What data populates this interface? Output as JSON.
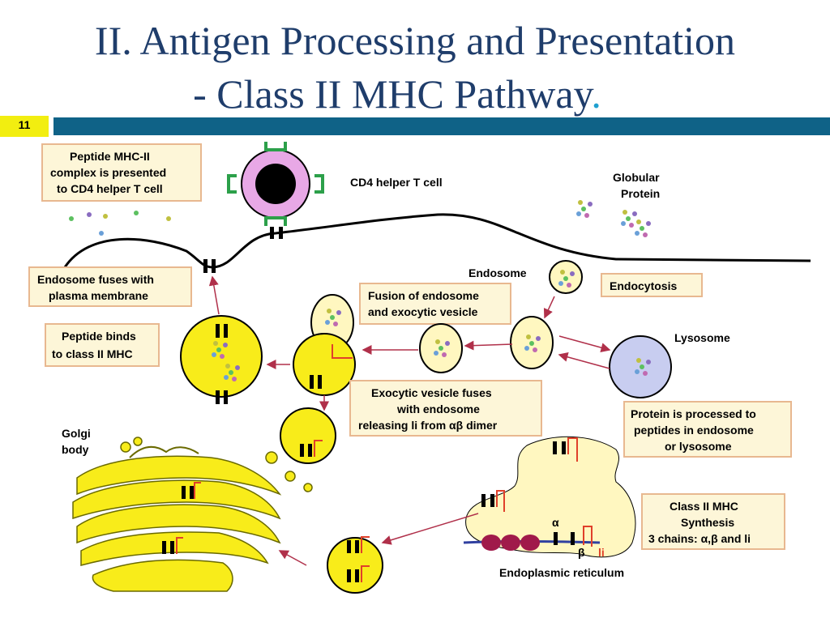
{
  "title": {
    "line1": "II. Antigen Processing and Presentation",
    "line2": "- Class II MHC Pathway",
    "accent": "."
  },
  "slide_number": "11",
  "labels": {
    "cd4": "CD4 helper T cell",
    "globular1": "Globular",
    "globular2": "Protein",
    "endosome": "Endosome",
    "lysosome": "Lysosome",
    "golgi1": "Golgi",
    "golgi2": "body",
    "er": "Endoplasmic reticulum",
    "alpha": "α",
    "beta": "β",
    "ii": "li"
  },
  "boxes": {
    "peptide_complex": [
      "Peptide MHC-II",
      "complex is presented",
      "to CD4 helper T cell"
    ],
    "endosome_fuses": [
      "Endosome fuses with",
      "plasma membrane"
    ],
    "peptide_binds": [
      "Peptide binds",
      "to class II MHC"
    ],
    "fusion": [
      "Fusion of endosome",
      "and exocytic vesicle"
    ],
    "endocytosis": [
      "Endocytosis"
    ],
    "exocytic": [
      "Exocytic vesicle fuses",
      "with endosome",
      "releasing li from αβ dimer"
    ],
    "protein_processed": [
      "Protein is processed to",
      "peptides in endosome",
      "or lysosome"
    ],
    "synthesis": [
      "Class II MHC",
      "Synthesis",
      "3 chains: α,β and li"
    ]
  },
  "colors": {
    "title": "#1f3d6b",
    "bar": "#0f6287",
    "slide_num_bg": "#f2ee10",
    "box_fill": "#fdf6d8",
    "box_border": "#e8b890",
    "vesicle": "#f8ec1a",
    "arrow": "#b0304a"
  }
}
